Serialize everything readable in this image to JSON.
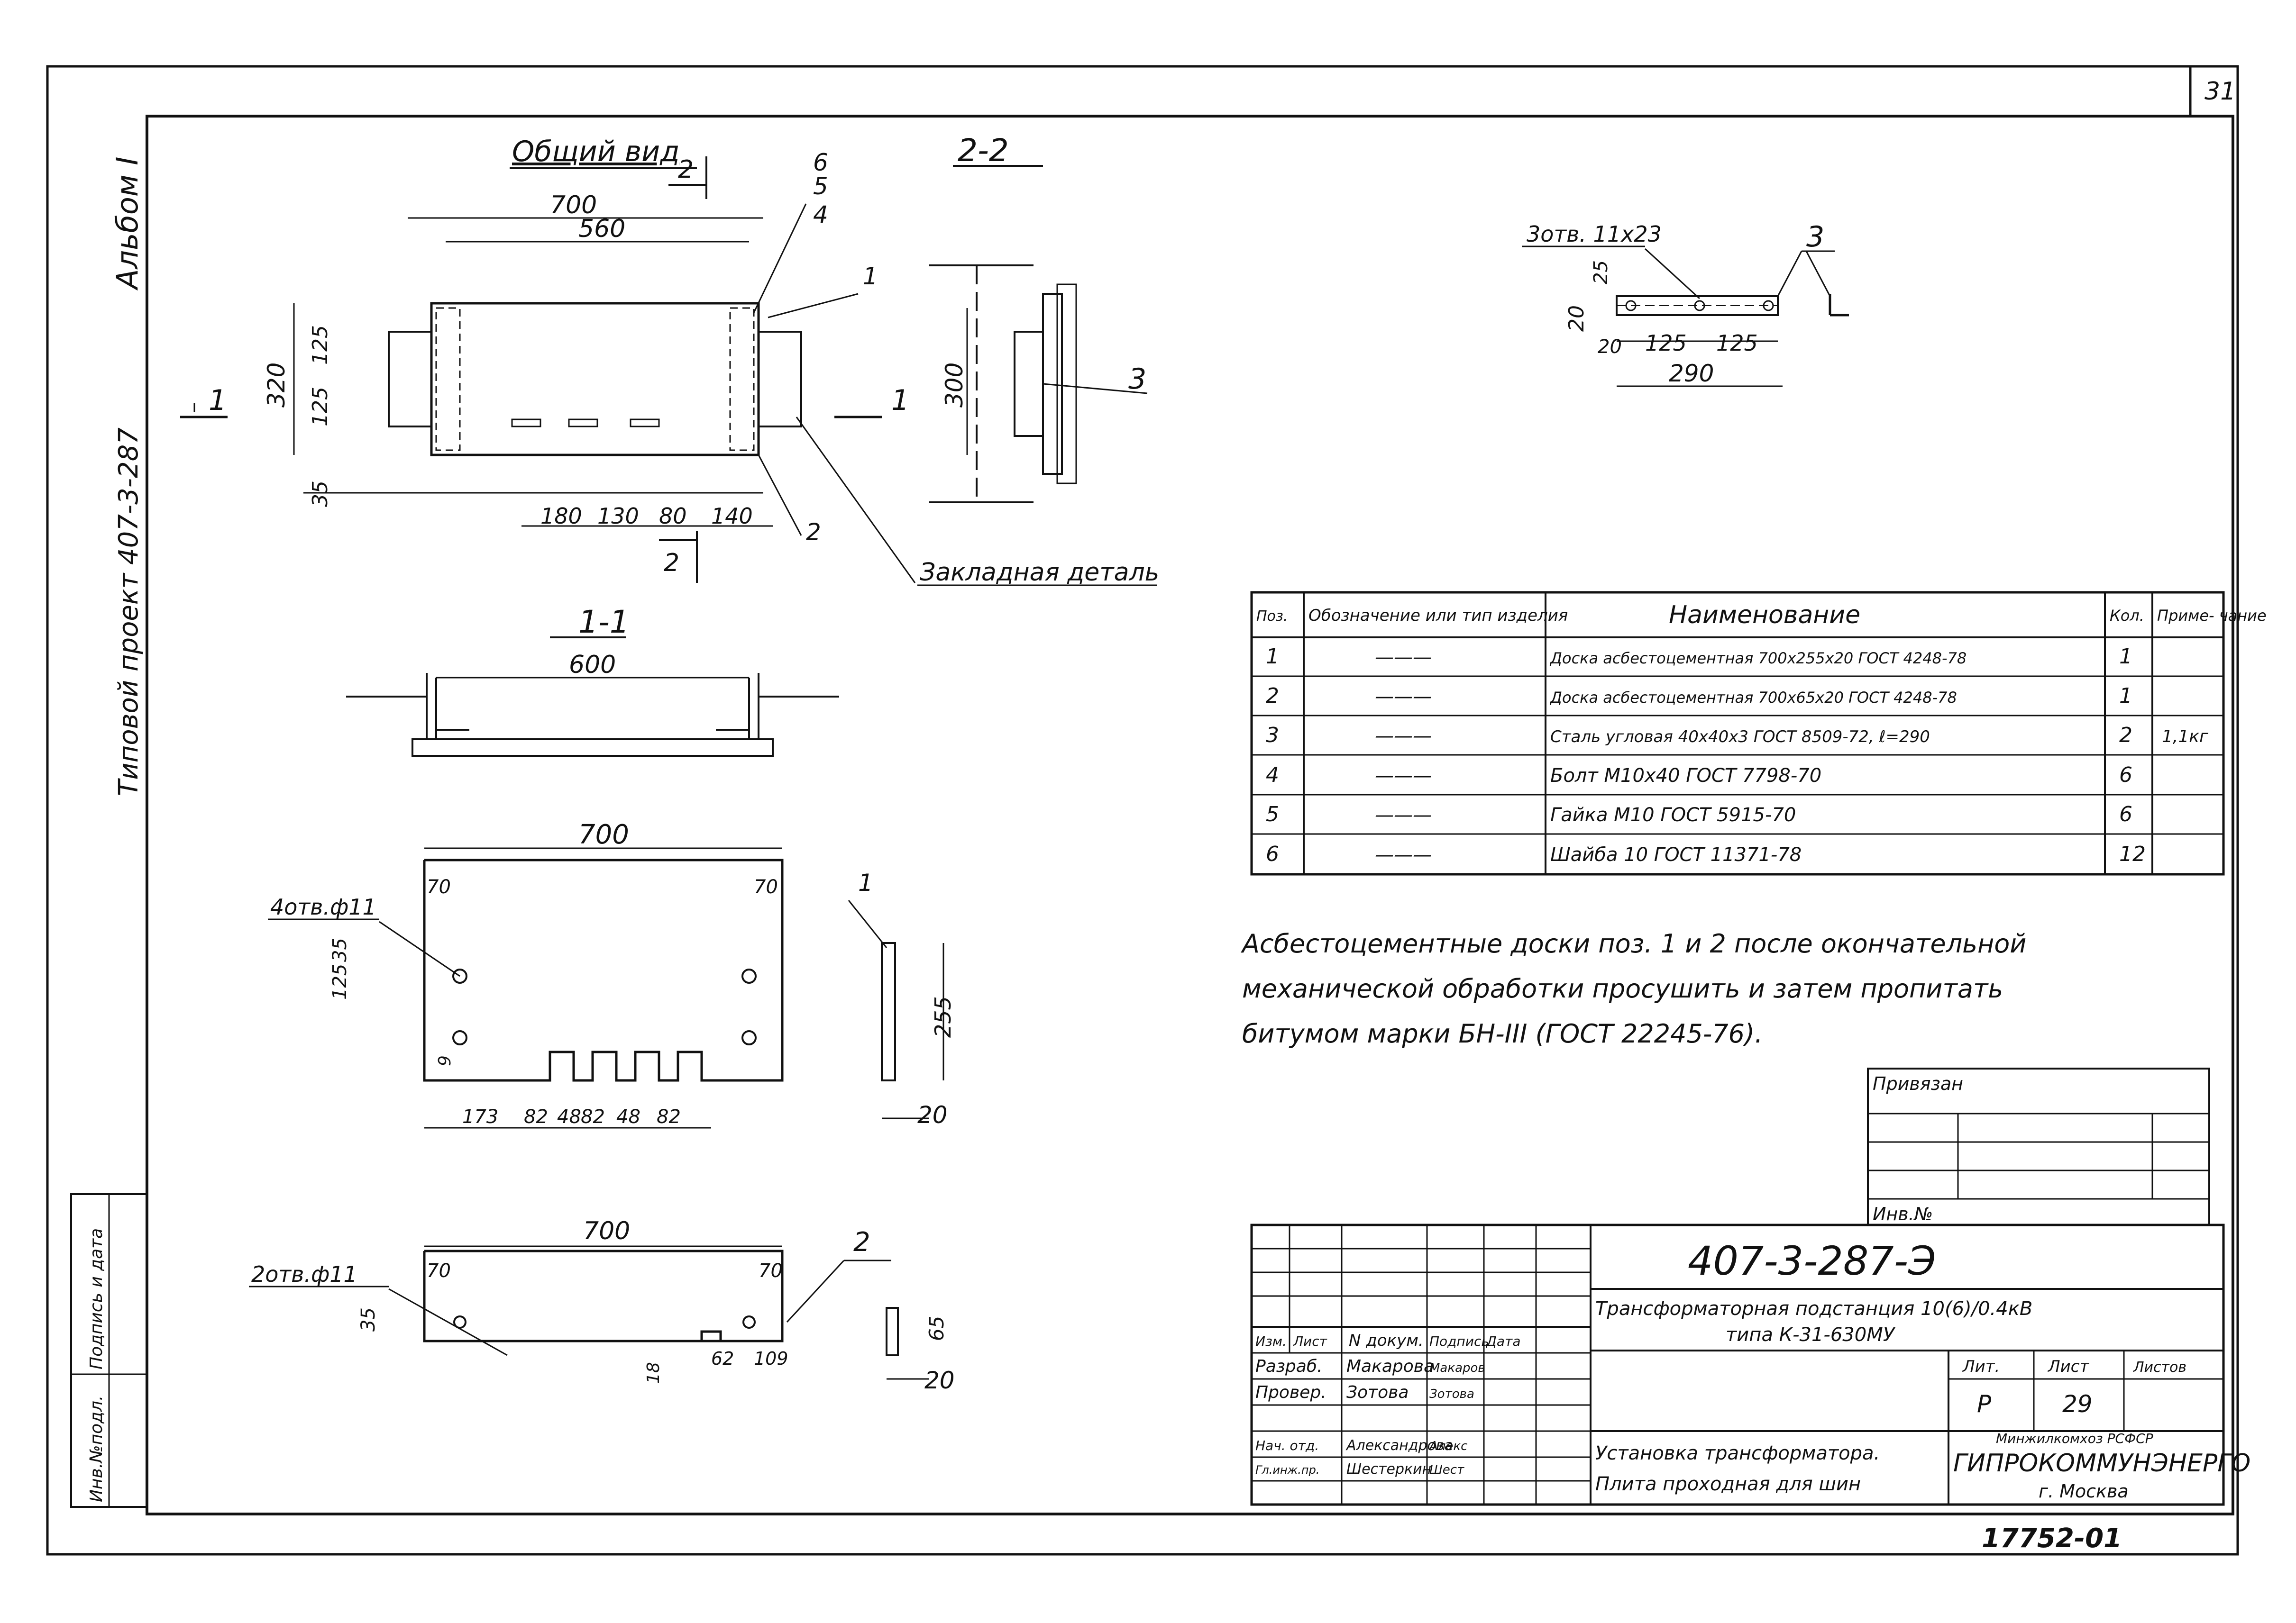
{
  "sheet_number": "31",
  "album_label": "Альбом I",
  "project_label": "Типовой проект 407-3-287",
  "views": {
    "general_title": "Общий вид",
    "section_22_title": "2-2",
    "section_11_title": "1-1",
    "cut_marks": {
      "one": "1",
      "two": "2"
    },
    "general_dims": {
      "overall": "700",
      "inner": "560",
      "height": "320",
      "h125": "125",
      "h125b": "125",
      "bottom": "35",
      "b180": "180",
      "b130": "130",
      "b80": "80",
      "b140": "140"
    },
    "general_callouts": {
      "c1": "1",
      "c2": "2",
      "c4": "4",
      "c5": "5",
      "c6": "6"
    },
    "section22_dim": "300",
    "section22_callout": "3",
    "embedded_part": "Закладная деталь",
    "section11_dim": "600",
    "angle_holes": "3отв. 11х23",
    "angle_dims": {
      "h20": "20",
      "h25": "25",
      "l20": "20",
      "s125a": "125",
      "s125b": "125",
      "total": "290"
    },
    "angle_callout": "3",
    "board1": {
      "holes": "4отв.ф11",
      "width": "700",
      "edge_l": "70",
      "edge_r": "70",
      "d125": "125",
      "d35": "35",
      "d9": "9",
      "height": "255",
      "thickness": "20",
      "cut": [
        "173",
        "82",
        "48",
        "82",
        "48",
        "82"
      ],
      "callout": "1"
    },
    "board2": {
      "holes": "2отв.ф11",
      "width": "700",
      "edge_l": "70",
      "edge_r": "70",
      "d35": "35",
      "d18": "18",
      "d62": "62",
      "d109": "109",
      "height": "65",
      "thickness": "20",
      "callout": "2"
    }
  },
  "spec_table": {
    "headers": {
      "pos": "Поз.",
      "designation": "Обозначение или тип изделия",
      "name": "Наименование",
      "qty": "Кол.",
      "note": "Приме- чание"
    },
    "rows": [
      {
        "pos": "1",
        "designation": "———",
        "name": "Доска асбестоцементная 700х255х20 ГОСТ 4248-78",
        "qty": "1",
        "note": ""
      },
      {
        "pos": "2",
        "designation": "———",
        "name": "Доска асбестоцементная 700х65х20 ГОСТ 4248-78",
        "qty": "1",
        "note": ""
      },
      {
        "pos": "3",
        "designation": "———",
        "name": "Сталь угловая 40х40х3 ГОСТ 8509-72, ℓ=290",
        "qty": "2",
        "note": "1,1кг"
      },
      {
        "pos": "4",
        "designation": "———",
        "name": "Болт М10х40 ГОСТ 7798-70",
        "qty": "6",
        "note": ""
      },
      {
        "pos": "5",
        "designation": "———",
        "name": "Гайка М10 ГОСТ 5915-70",
        "qty": "6",
        "note": ""
      },
      {
        "pos": "6",
        "designation": "———",
        "name": "Шайба 10 ГОСТ 11371-78",
        "qty": "12",
        "note": ""
      }
    ]
  },
  "note_lines": [
    "Асбестоцементные доски поз. 1 и 2 после окончательной",
    "механической обработки просушить и затем пропитать",
    "битумом марки БН-III (ГОСТ 22245-76)."
  ],
  "title_block": {
    "privyazan": "Привязан",
    "inv_no": "Инв.№",
    "doc_code": "407-3-287-Э",
    "project_title_1": "Трансформаторная подстанция 10(6)/0.4кВ",
    "project_title_2": "типа К-31-630МУ",
    "col_headers": [
      "Изм.",
      "Лист",
      "N докум.",
      "Подпись",
      "Дата"
    ],
    "roles": [
      {
        "role": "Разраб.",
        "name": "Макарова",
        "sign": "Макаров"
      },
      {
        "role": "Провер.",
        "name": "Зотова",
        "sign": "Зотова"
      },
      {
        "role": "Нач. отд.",
        "name": "Александрова",
        "sign": "Алекс"
      },
      {
        "role": "Гл.инж.пр.",
        "name": "Шестеркин",
        "sign": "Шест"
      }
    ],
    "stage_header": "Лит.",
    "sheet_header": "Лист",
    "sheets_header": "Листов",
    "stage": "Р",
    "sheet": "29",
    "drawing_title_1": "Установка трансформатора.",
    "drawing_title_2": "Плита проходная для шин",
    "ministry": "Минжилкомхоз РСФСР",
    "org": "ГИПРОКОММУНЭНЕРГО",
    "city": "г. Москва",
    "side_labels": [
      "Инв.№подл.",
      "Подпись и дата"
    ]
  },
  "footer_code": "17752-01"
}
